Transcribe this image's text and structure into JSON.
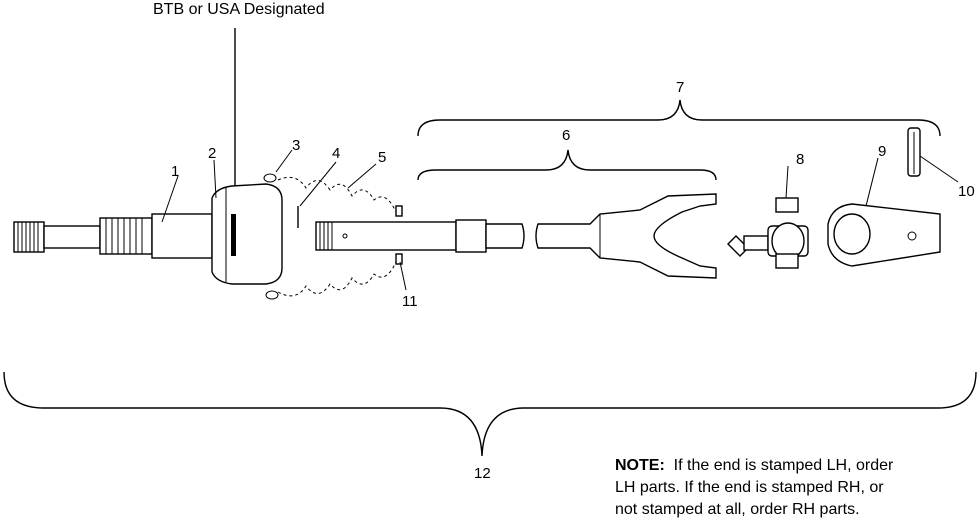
{
  "header": {
    "designation": "BTB or USA Designated"
  },
  "callouts": [
    "1",
    "2",
    "3",
    "4",
    "5",
    "6",
    "7",
    "8",
    "9",
    "10",
    "11",
    "12"
  ],
  "note": {
    "label": "NOTE:",
    "lines": [
      "If the end is stamped LH, order",
      "LH parts.  If the end is stamped RH, or",
      "not stamped at all, order RH parts."
    ]
  }
}
